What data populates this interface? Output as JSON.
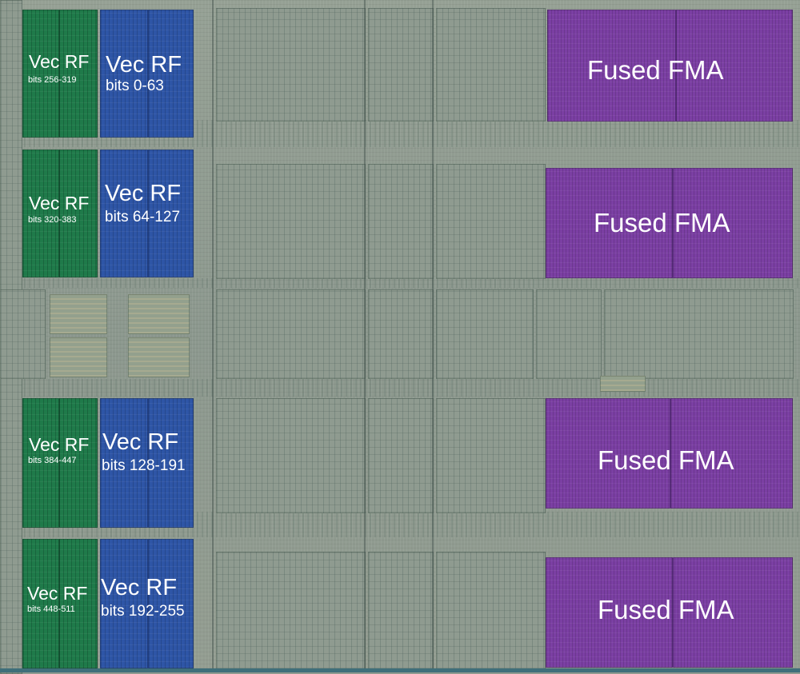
{
  "colors": {
    "vec_rf_upper": "#1f7a4a",
    "vec_rf_lower": "#2e55a6",
    "fma": "#7b3fa3",
    "die_background": "#8f9a8f",
    "label_text": "#ffffff"
  },
  "register_files": [
    {
      "title": "Vec RF",
      "bits": "bits 256-319"
    },
    {
      "title": "Vec RF",
      "bits": "bits 0-63"
    },
    {
      "title": "Vec RF",
      "bits": "bits 320-383"
    },
    {
      "title": "Vec RF",
      "bits": "bits 64-127"
    },
    {
      "title": "Vec RF",
      "bits": "bits 384-447"
    },
    {
      "title": "Vec RF",
      "bits": "bits 128-191"
    },
    {
      "title": "Vec RF",
      "bits": "bits 448-511"
    },
    {
      "title": "Vec RF",
      "bits": "bits 192-255"
    }
  ],
  "fma_units": [
    {
      "label": "Fused FMA"
    },
    {
      "label": "Fused FMA"
    },
    {
      "label": "Fused FMA"
    },
    {
      "label": "Fused FMA"
    }
  ]
}
